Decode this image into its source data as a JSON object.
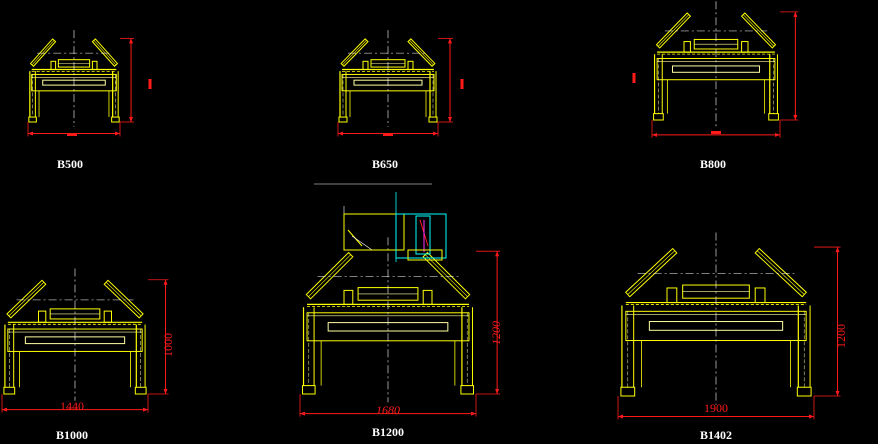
{
  "drawing": {
    "background": "#000000",
    "colors": {
      "structure": "#ffff00",
      "structure_light": "#ffffa0",
      "dimension": "#ff1a1a",
      "centerline": "#ffffff",
      "detail": "#00ffff"
    },
    "views": [
      {
        "label": "B500",
        "width_dim": "",
        "height_dim": ""
      },
      {
        "label": "B650",
        "width_dim": "",
        "height_dim": ""
      },
      {
        "label": "B800",
        "width_dim": "",
        "height_dim": ""
      },
      {
        "label": "B1000",
        "width_dim": "1440",
        "height_dim": "1000"
      },
      {
        "label": "B1200",
        "width_dim": "1680",
        "height_dim": "1200"
      },
      {
        "label": "B1402",
        "width_dim": "1900",
        "height_dim": "1200"
      }
    ]
  }
}
